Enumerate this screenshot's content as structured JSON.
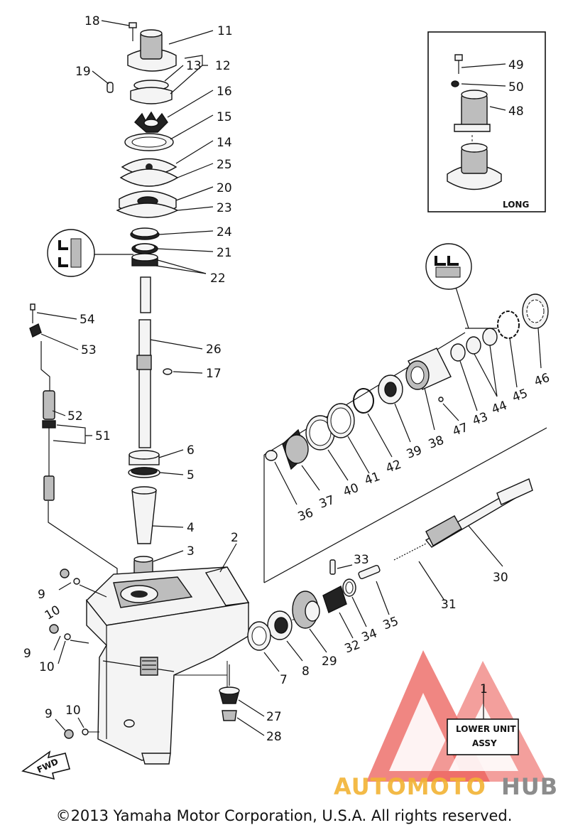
{
  "callouts": [
    "18",
    "11",
    "19",
    "13",
    "12",
    "16",
    "15",
    "14",
    "25",
    "20",
    "23",
    "24",
    "21",
    "22",
    "54",
    "53",
    "26",
    "17",
    "52",
    "51",
    "6",
    "5",
    "4",
    "3",
    "2",
    "9",
    "10",
    "9",
    "10",
    "9",
    "10",
    "27",
    "28",
    "7",
    "8",
    "29",
    "32",
    "34",
    "35",
    "33",
    "31",
    "30",
    "36",
    "37",
    "40",
    "41",
    "42",
    "39",
    "38",
    "47",
    "43",
    "44",
    "45",
    "46",
    "49",
    "50",
    "48",
    "1"
  ],
  "inset": {
    "caption": "LONG"
  },
  "box_label": {
    "line1": "LOWER UNIT",
    "line2": "ASSY"
  },
  "fwd_label": "FWD",
  "watermark": {
    "part1": "AUTOMOTO",
    "part2": "HUB",
    "color1": "#f2b233",
    "color2": "#8c8c8c",
    "logo_color": "#e8423c"
  },
  "copyright": "©2013 Yamaha Motor Corporation, U.S.A. All rights reserved."
}
